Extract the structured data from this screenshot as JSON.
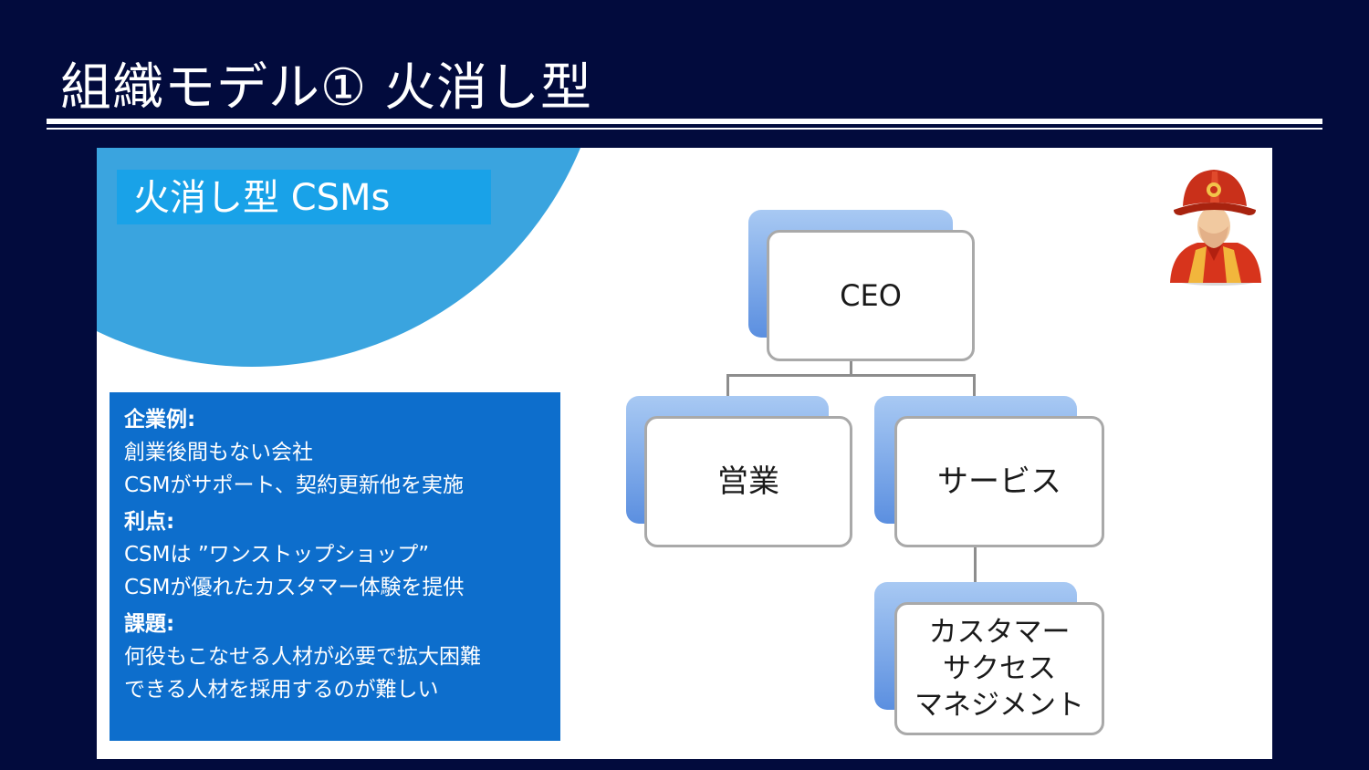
{
  "slide": {
    "title": "組織モデル① 火消し型"
  },
  "panel": {
    "title": "火消し型 CSMs",
    "sections": [
      {
        "heading": "企業例:",
        "lines": [
          "創業後間もない会社",
          "CSMがサポート、契約更新他を実施"
        ]
      },
      {
        "heading": "利点:",
        "lines": [
          "CSMは ”ワンストップショップ”",
          "CSMが優れたカスタマー体験を提供"
        ]
      },
      {
        "heading": "課題:",
        "lines": [
          "何役もこなせる人材が必要で拡大困難",
          "できる人材を採用するのが難しい"
        ]
      }
    ]
  },
  "org_chart": {
    "ceo": "CEO",
    "sales": "営業",
    "service": "サービス",
    "csm": "カスタマー\nサクセス\nマネジメント"
  },
  "colors": {
    "background": "#020b3d",
    "circle": "#3aa4df",
    "panel_title": "#19a2e8",
    "info_box": "#0d6ecc",
    "node_shadow": "#5b8fe0"
  },
  "icons": {
    "firefighter": "firefighter-icon"
  }
}
